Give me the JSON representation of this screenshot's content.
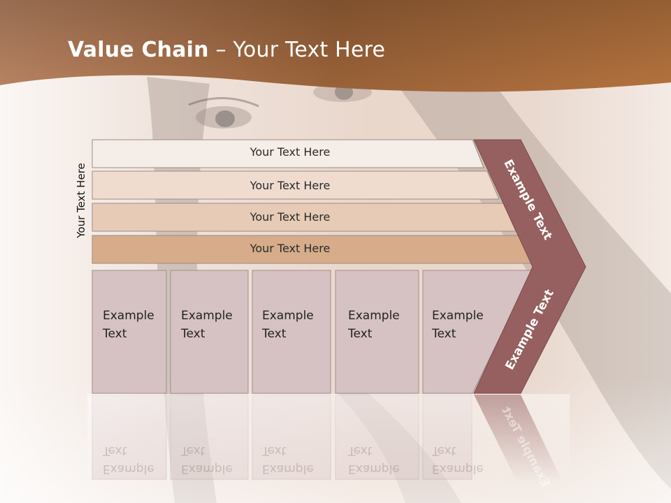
{
  "title": {
    "bold": "Value Chain",
    "rest": " – Your Text Here"
  },
  "side_label": "Your Text Here",
  "rows": [
    {
      "label": "Your Text Here",
      "color": "#f5ede7"
    },
    {
      "label": "Your Text Here",
      "color": "#efdccf"
    },
    {
      "label": "Your Text Here",
      "color": "#e7cbb6"
    },
    {
      "label": "Your Text Here",
      "color": "#d6ac8a"
    }
  ],
  "boxes": [
    {
      "line1": "Example",
      "line2": "Text"
    },
    {
      "line1": "Example",
      "line2": "Text"
    },
    {
      "line1": "Example",
      "line2": "Text"
    },
    {
      "line1": "Example",
      "line2": "Text"
    },
    {
      "line1": "Example",
      "line2": "Text"
    }
  ],
  "chevron": {
    "upper_text": "Example Text",
    "lower_text": "Example Text",
    "color": "#95605f"
  },
  "colors": {
    "header": "#a8683a",
    "box_fill": "#d6c2c3",
    "box_border": "#a08e8e"
  }
}
